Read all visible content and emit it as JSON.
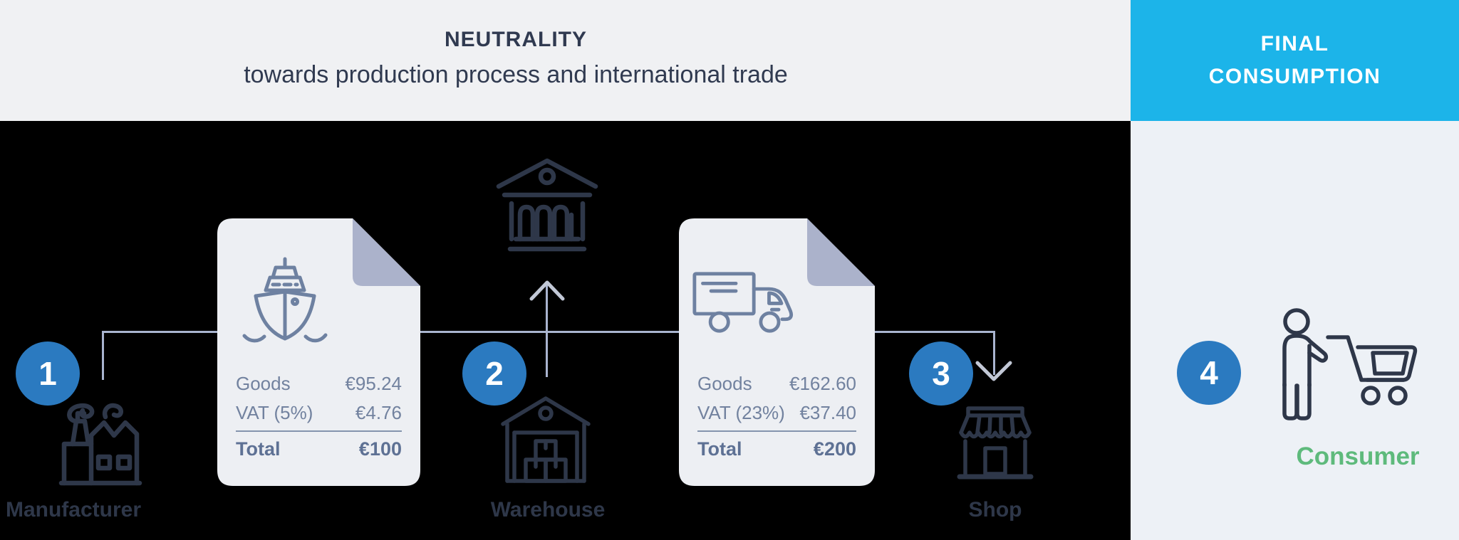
{
  "header": {
    "title": "NEUTRALITY",
    "subtitle": "towards production process and international trade"
  },
  "final_consumption": {
    "line1": "FINAL",
    "line2": "CONSUMPTION"
  },
  "steps": [
    {
      "number": "1",
      "label": "Manufacturer",
      "icon": "factory-icon"
    },
    {
      "number": "2",
      "label": "Warehouse",
      "icon": "warehouse-icon"
    },
    {
      "number": "3",
      "label": "Shop",
      "icon": "shop-icon"
    },
    {
      "number": "4",
      "label": "Consumer",
      "icon": "consumer-cart-icon"
    }
  ],
  "tax_authority": {
    "icon": "bank-icon"
  },
  "invoices": [
    {
      "icon": "ship-icon",
      "rows": [
        {
          "label": "Goods",
          "value": "€95.24"
        },
        {
          "label": "VAT (5%)",
          "value": "€4.76"
        }
      ],
      "total": {
        "label": "Total",
        "value": "€100"
      }
    },
    {
      "icon": "truck-icon",
      "rows": [
        {
          "label": "Goods",
          "value": "€162.60"
        },
        {
          "label": "VAT (23%)",
          "value": "€37.40"
        }
      ],
      "total": {
        "label": "Total",
        "value": "€200"
      }
    }
  ],
  "colors": {
    "circle_blue": "#2b7ac0",
    "cyan_box": "#1cb4e9",
    "navy_icons": "#2e3749",
    "green_consumer": "#5eba7c",
    "doc_bg": "#edeff3",
    "doc_fold": "#abb2cb",
    "doc_text": "#72829f",
    "connector_line": "#a9b4cf",
    "header_bg": "#f0f1f3",
    "right_panel_bg": "#edf1f6"
  }
}
